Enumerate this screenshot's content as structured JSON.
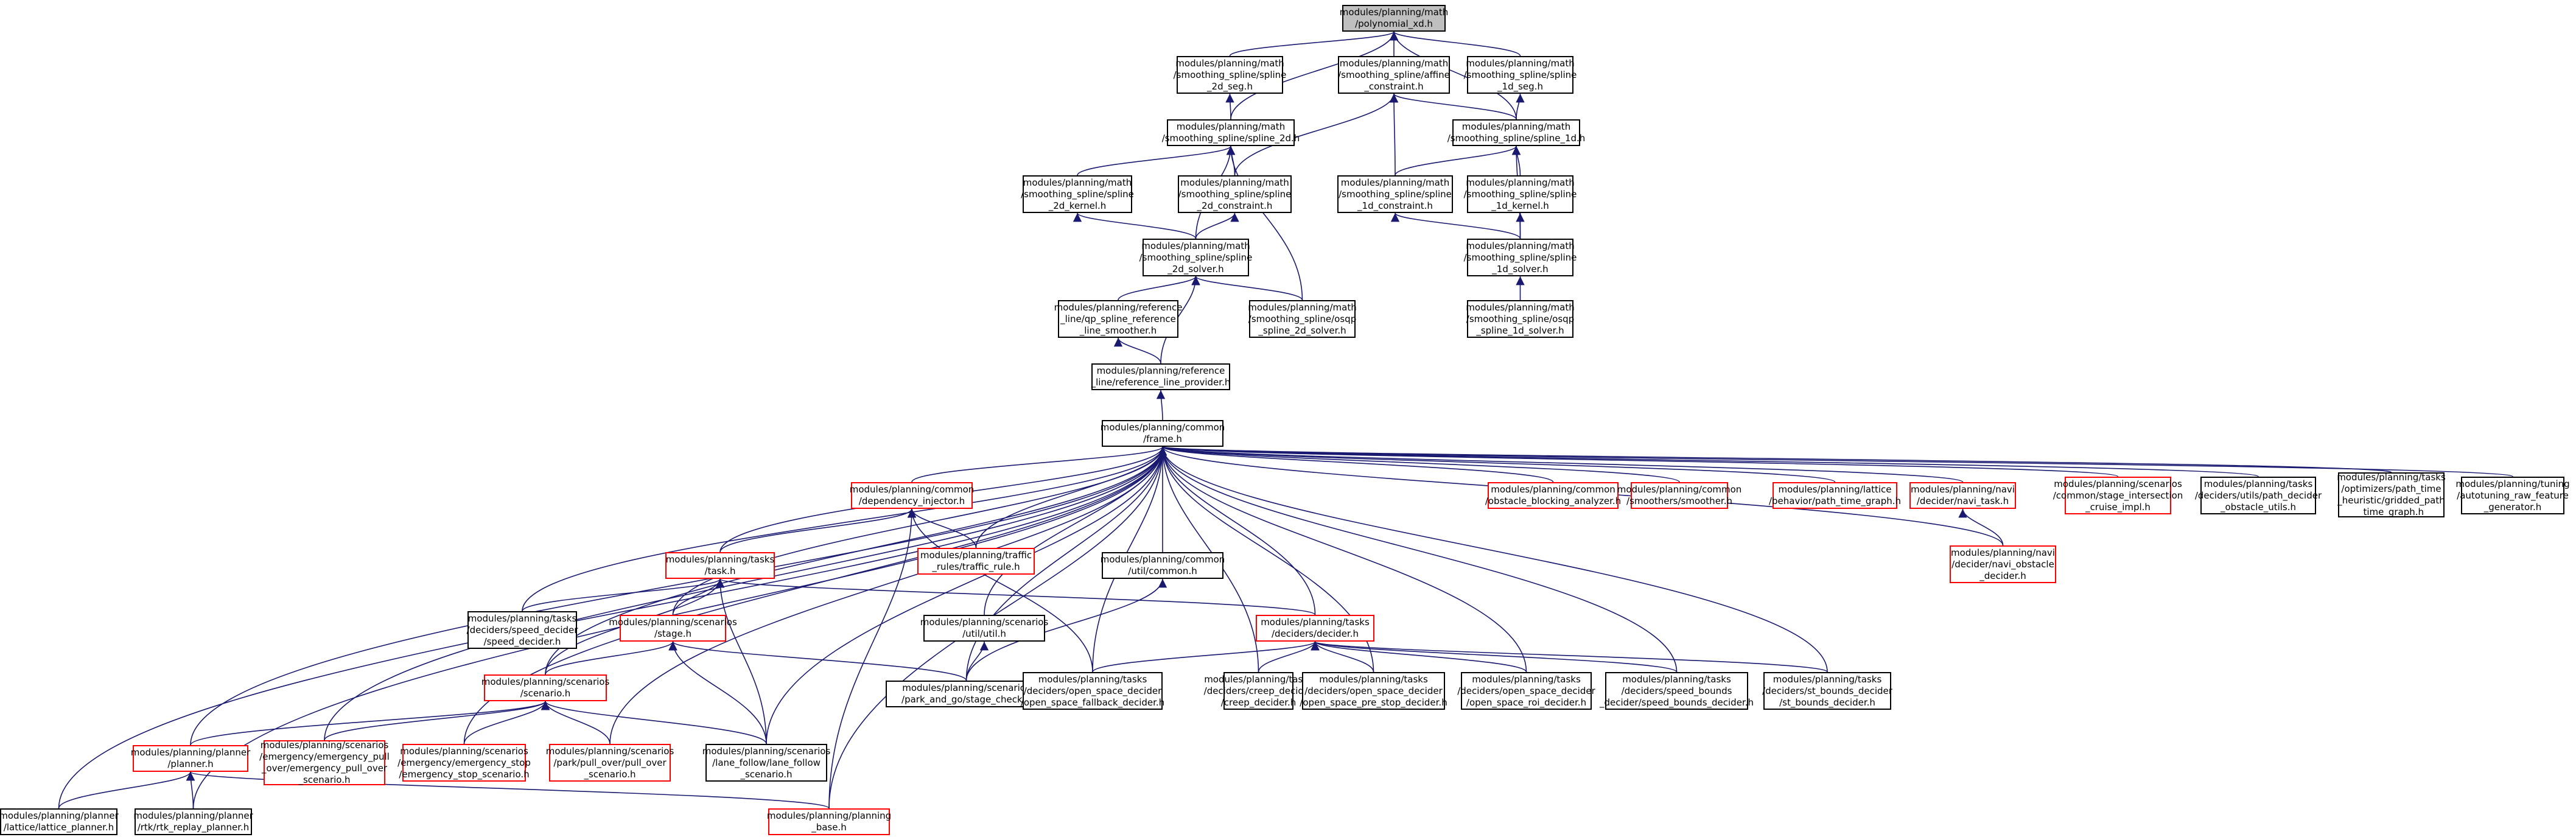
{
  "colors": {
    "edge": "#191970",
    "default_border": "#000000",
    "truncated_border": "#ff0000",
    "root_fill": "#bfbfbf"
  },
  "nodes": [
    {
      "id": "poly",
      "lines": [
        "modules/planning/math",
        "/polynomial_xd.h"
      ],
      "style": "root"
    },
    {
      "id": "seg2d",
      "lines": [
        "modules/planning/math",
        "/smoothing_spline/spline",
        "_2d_seg.h"
      ]
    },
    {
      "id": "affine",
      "lines": [
        "modules/planning/math",
        "/smoothing_spline/affine",
        "_constraint.h"
      ]
    },
    {
      "id": "seg1d",
      "lines": [
        "modules/planning/math",
        "/smoothing_spline/spline",
        "_1d_seg.h"
      ]
    },
    {
      "id": "sp2d",
      "lines": [
        "modules/planning/math",
        "/smoothing_spline/spline_2d.h"
      ]
    },
    {
      "id": "sp1d",
      "lines": [
        "modules/planning/math",
        "/smoothing_spline/spline_1d.h"
      ]
    },
    {
      "id": "k2d",
      "lines": [
        "modules/planning/math",
        "/smoothing_spline/spline",
        "_2d_kernel.h"
      ]
    },
    {
      "id": "c2d",
      "lines": [
        "modules/planning/math",
        "/smoothing_spline/spline",
        "_2d_constraint.h"
      ]
    },
    {
      "id": "c1d",
      "lines": [
        "modules/planning/math",
        "/smoothing_spline/spline",
        "_1d_constraint.h"
      ]
    },
    {
      "id": "k1d",
      "lines": [
        "modules/planning/math",
        "/smoothing_spline/spline",
        "_1d_kernel.h"
      ]
    },
    {
      "id": "s2d",
      "lines": [
        "modules/planning/math",
        "/smoothing_spline/spline",
        "_2d_solver.h"
      ]
    },
    {
      "id": "s1d",
      "lines": [
        "modules/planning/math",
        "/smoothing_spline/spline",
        "_1d_solver.h"
      ]
    },
    {
      "id": "qp",
      "lines": [
        "modules/planning/reference",
        "_line/qp_spline_reference",
        "_line_smoother.h"
      ]
    },
    {
      "id": "osqp2d",
      "lines": [
        "modules/planning/math",
        "/smoothing_spline/osqp",
        "_spline_2d_solver.h"
      ]
    },
    {
      "id": "osqp1d",
      "lines": [
        "modules/planning/math",
        "/smoothing_spline/osqp",
        "_spline_1d_solver.h"
      ]
    },
    {
      "id": "rlp",
      "lines": [
        "modules/planning/reference",
        "_line/reference_line_provider.h"
      ]
    },
    {
      "id": "frame",
      "lines": [
        "modules/planning/common",
        "/frame.h"
      ]
    },
    {
      "id": "dep",
      "lines": [
        "modules/planning/common",
        "/dependency_injector.h"
      ],
      "style": "red"
    },
    {
      "id": "oba",
      "lines": [
        "modules/planning/common",
        "/obstacle_blocking_analyzer.h"
      ],
      "style": "red"
    },
    {
      "id": "smoother",
      "lines": [
        "modules/planning/common",
        "/smoothers/smoother.h"
      ],
      "style": "red"
    },
    {
      "id": "ptg",
      "lines": [
        "modules/planning/lattice",
        "/behavior/path_time_graph.h"
      ],
      "style": "red"
    },
    {
      "id": "navitask",
      "lines": [
        "modules/planning/navi",
        "/decider/navi_task.h"
      ],
      "style": "red"
    },
    {
      "id": "cruise",
      "lines": [
        "modules/planning/scenarios",
        "/common/stage_intersection",
        "_cruise_impl.h"
      ],
      "style": "red"
    },
    {
      "id": "pdobs",
      "lines": [
        "modules/planning/tasks",
        "/deciders/utils/path_decider",
        "_obstacle_utils.h"
      ]
    },
    {
      "id": "gridded",
      "lines": [
        "modules/planning/tasks",
        "/optimizers/path_time",
        "_heuristic/gridded_path",
        "_time_graph.h"
      ]
    },
    {
      "id": "autotune",
      "lines": [
        "modules/planning/tuning",
        "/autotuning_raw_feature",
        "_generator.h"
      ]
    },
    {
      "id": "traffic",
      "lines": [
        "modules/planning/traffic",
        "_rules/traffic_rule.h"
      ],
      "style": "red"
    },
    {
      "id": "navobs",
      "lines": [
        "modules/planning/navi",
        "/decider/navi_obstacle",
        "_decider.h"
      ],
      "style": "red"
    },
    {
      "id": "task",
      "lines": [
        "modules/planning/tasks",
        "/task.h"
      ],
      "style": "red"
    },
    {
      "id": "cutil",
      "lines": [
        "modules/planning/common",
        "/util/common.h"
      ]
    },
    {
      "id": "speeddec",
      "lines": [
        "modules/planning/tasks",
        "/deciders/speed_decider",
        "/speed_decider.h"
      ]
    },
    {
      "id": "stage",
      "lines": [
        "modules/planning/scenarios",
        "/stage.h"
      ],
      "style": "red"
    },
    {
      "id": "sutil",
      "lines": [
        "modules/planning/scenarios",
        "/util/util.h"
      ]
    },
    {
      "id": "decider",
      "lines": [
        "modules/planning/tasks",
        "/deciders/decider.h"
      ],
      "style": "red"
    },
    {
      "id": "scenario",
      "lines": [
        "modules/planning/scenarios",
        "/scenario.h"
      ],
      "style": "red"
    },
    {
      "id": "park",
      "lines": [
        "modules/planning/scenarios",
        "/park_and_go/stage_check.h"
      ]
    },
    {
      "id": "osfd",
      "lines": [
        "modules/planning/tasks",
        "/deciders/open_space_decider",
        "/open_space_fallback_decider.h"
      ]
    },
    {
      "id": "creep",
      "lines": [
        "modules/planning/tasks",
        "/deciders/creep_decider",
        "/creep_decider.h"
      ]
    },
    {
      "id": "pres",
      "lines": [
        "modules/planning/tasks",
        "/deciders/open_space_decider",
        "/open_space_pre_stop_decider.h"
      ]
    },
    {
      "id": "roi",
      "lines": [
        "modules/planning/tasks",
        "/deciders/open_space_decider",
        "/open_space_roi_decider.h"
      ]
    },
    {
      "id": "sbd",
      "lines": [
        "modules/planning/tasks",
        "/deciders/speed_bounds",
        "_decider/speed_bounds_decider.h"
      ]
    },
    {
      "id": "stb",
      "lines": [
        "modules/planning/tasks",
        "/deciders/st_bounds_decider",
        "/st_bounds_decider.h"
      ]
    },
    {
      "id": "planner",
      "lines": [
        "modules/planning/planner",
        "/planner.h"
      ],
      "style": "red"
    },
    {
      "id": "emgpull",
      "lines": [
        "modules/planning/scenarios",
        "/emergency/emergency_pull",
        "_over/emergency_pull_over",
        "_scenario.h"
      ],
      "style": "red"
    },
    {
      "id": "emgstop",
      "lines": [
        "modules/planning/scenarios",
        "/emergency/emergency_stop",
        "/emergency_stop_scenario.h"
      ],
      "style": "red"
    },
    {
      "id": "pullover",
      "lines": [
        "modules/planning/scenarios",
        "/park/pull_over/pull_over",
        "_scenario.h"
      ],
      "style": "red"
    },
    {
      "id": "lanefollow",
      "lines": [
        "modules/planning/scenarios",
        "/lane_follow/lane_follow",
        "_scenario.h"
      ]
    },
    {
      "id": "lattice",
      "lines": [
        "modules/planning/planner",
        "/lattice/lattice_planner.h"
      ]
    },
    {
      "id": "rtk",
      "lines": [
        "modules/planning/planner",
        "/rtk/rtk_replay_planner.h"
      ]
    },
    {
      "id": "pbase",
      "lines": [
        "modules/planning/planning",
        "_base.h"
      ],
      "style": "red"
    }
  ]
}
